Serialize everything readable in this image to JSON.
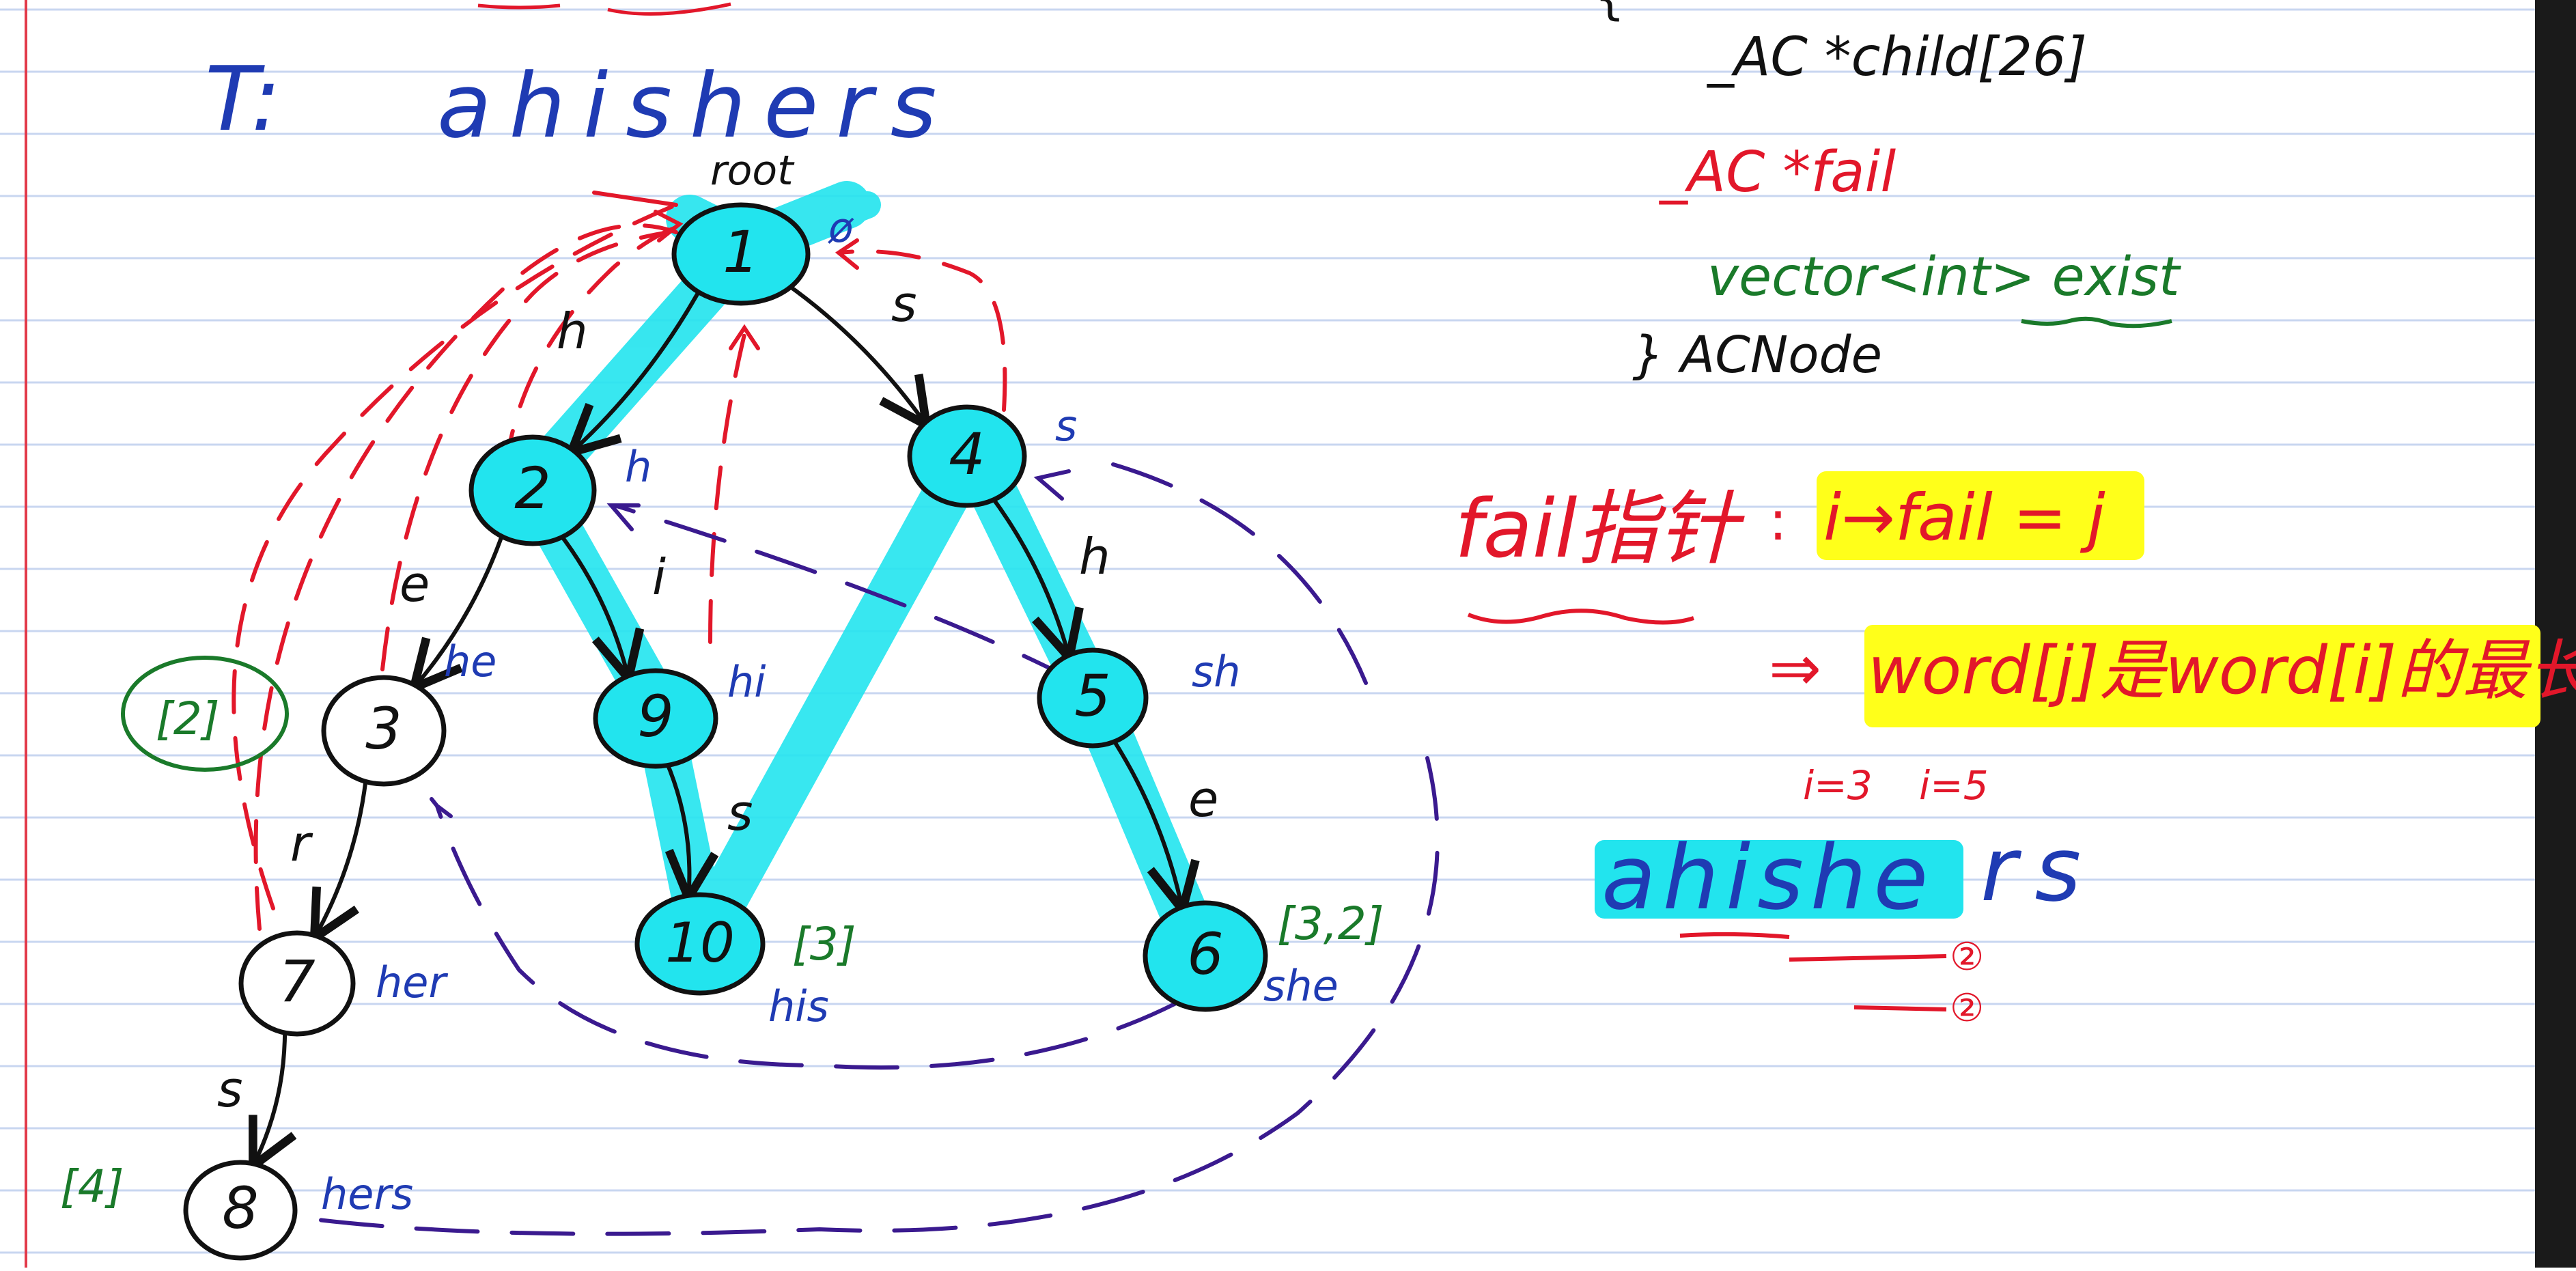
{
  "colors": {
    "paper": "#ffffff",
    "rule": "#c8d6f0",
    "margin": "#e23a4a",
    "ink_black": "#111111",
    "ink_blue": "#1f3bb3",
    "ink_red": "#e2172a",
    "ink_green": "#1a7a2a",
    "ink_purple": "#3a1a8f",
    "highlight_cyan": "#22e4ee",
    "highlight_yellow": "#ffff1a"
  },
  "title": {
    "label": "T:",
    "text": "ahishers"
  },
  "tree": {
    "root_label": "root",
    "nodes": [
      {
        "id": "1",
        "word": "",
        "tag": "ø",
        "highlight": true
      },
      {
        "id": "2",
        "word": "h",
        "highlight": true
      },
      {
        "id": "3",
        "word": "he",
        "highlight": false
      },
      {
        "id": "4",
        "word": "s",
        "highlight": true
      },
      {
        "id": "5",
        "word": "sh",
        "highlight": true
      },
      {
        "id": "6",
        "word": "she",
        "highlight": true
      },
      {
        "id": "7",
        "word": "her",
        "highlight": false
      },
      {
        "id": "8",
        "word": "hers",
        "highlight": false
      },
      {
        "id": "9",
        "word": "hi",
        "highlight": true
      },
      {
        "id": "10",
        "word": "his",
        "highlight": true
      }
    ],
    "edges": [
      {
        "from": "1",
        "to": "2",
        "char": "h"
      },
      {
        "from": "1",
        "to": "4",
        "char": "s"
      },
      {
        "from": "2",
        "to": "3",
        "char": "e"
      },
      {
        "from": "2",
        "to": "9",
        "char": "i"
      },
      {
        "from": "3",
        "to": "7",
        "char": "r"
      },
      {
        "from": "7",
        "to": "8",
        "char": "s"
      },
      {
        "from": "9",
        "to": "10",
        "char": "s"
      },
      {
        "from": "4",
        "to": "5",
        "char": "h"
      },
      {
        "from": "5",
        "to": "6",
        "char": "e"
      }
    ],
    "exists": [
      {
        "node": "3",
        "text": "[2]"
      },
      {
        "node": "8",
        "text": "[4]"
      },
      {
        "node": "10",
        "text": "[3]"
      },
      {
        "node": "6",
        "text": "[3,2]"
      }
    ]
  },
  "struct": {
    "open_brace": "{",
    "child_line": "_AC *child[26]",
    "fail_line": "_AC *fail",
    "exist_line": "vector<int> exist",
    "close_line": "} ACNode"
  },
  "fail_def": {
    "label": "fail指针",
    "colon": ":",
    "formula": "i→fail = j",
    "implies": "⇒",
    "statement": "word[j]是word[i]的最长后"
  },
  "example": {
    "i_left": "i=3",
    "i_right": "i=5",
    "string_highlight": "ahishe",
    "string_rest": "rs",
    "mark_1": "②",
    "mark_2": "②"
  }
}
